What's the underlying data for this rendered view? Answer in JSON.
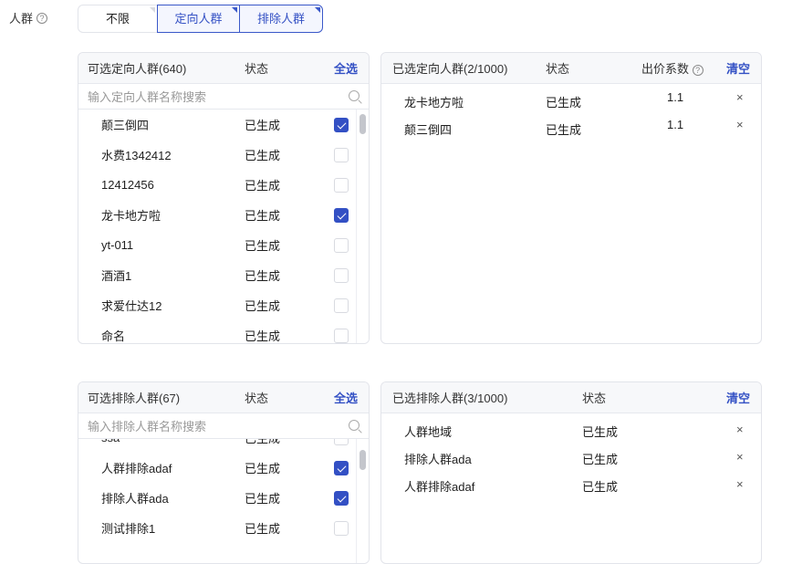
{
  "field": {
    "label": "人群",
    "help_icon": "question-circle-icon"
  },
  "segment": {
    "options": [
      {
        "label": "不限",
        "active": false
      },
      {
        "label": "定向人群",
        "active": true
      },
      {
        "label": "排除人群",
        "active": true
      }
    ]
  },
  "targeted": {
    "available": {
      "title": "可选定向人群(640)",
      "status_header": "状态",
      "select_all": "全选",
      "search_placeholder": "输入定向人群名称搜索",
      "rows": [
        {
          "name": "颠三倒四",
          "status": "已生成",
          "checked": true
        },
        {
          "name": "水费1342412",
          "status": "已生成",
          "checked": false
        },
        {
          "name": "12412456",
          "status": "已生成",
          "checked": false
        },
        {
          "name": "龙卡地方啦",
          "status": "已生成",
          "checked": true
        },
        {
          "name": "yt-011",
          "status": "已生成",
          "checked": false
        },
        {
          "name": "酒酒1",
          "status": "已生成",
          "checked": false
        },
        {
          "name": "求爱仕达12",
          "status": "已生成",
          "checked": false
        },
        {
          "name": "命名",
          "status": "已生成",
          "checked": false
        }
      ]
    },
    "selected": {
      "title": "已选定向人群(2/1000)",
      "status_header": "状态",
      "bid_header": "出价系数",
      "clear": "清空",
      "rows": [
        {
          "name": "龙卡地方啦",
          "status": "已生成",
          "bid": "1.1",
          "remove": "×"
        },
        {
          "name": "颠三倒四",
          "status": "已生成",
          "bid": "1.1",
          "remove": "×"
        }
      ]
    }
  },
  "excluded": {
    "available": {
      "title": "可选排除人群(67)",
      "status_header": "状态",
      "select_all": "全选",
      "search_placeholder": "输入排除人群名称搜索",
      "rows": [
        {
          "name": "ssa",
          "status": "已生成",
          "checked": false
        },
        {
          "name": "人群排除adaf",
          "status": "已生成",
          "checked": true
        },
        {
          "name": "排除人群ada",
          "status": "已生成",
          "checked": true
        },
        {
          "name": "测试排除1",
          "status": "已生成",
          "checked": false
        }
      ]
    },
    "selected": {
      "title": "已选排除人群(3/1000)",
      "status_header": "状态",
      "clear": "清空",
      "rows": [
        {
          "name": "人群地域",
          "status": "已生成",
          "remove": "×"
        },
        {
          "name": "排除人群ada",
          "status": "已生成",
          "remove": "×"
        },
        {
          "name": "人群排除adaf",
          "status": "已生成",
          "remove": "×"
        }
      ]
    }
  }
}
